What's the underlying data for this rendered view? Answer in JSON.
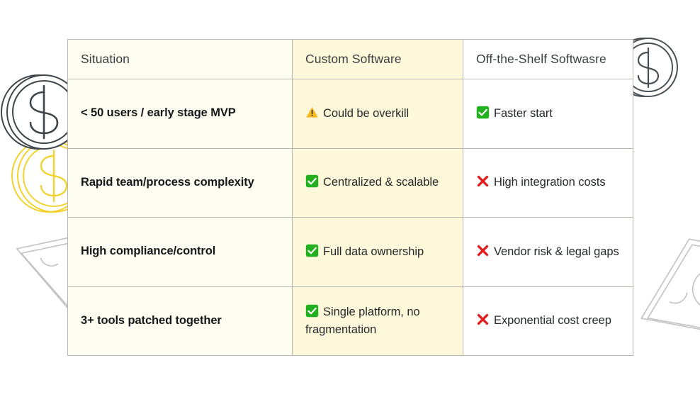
{
  "table": {
    "headers": [
      {
        "label": "Situation",
        "key": "situation"
      },
      {
        "label": "Custom Software",
        "key": "custom"
      },
      {
        "label": "Off-the-Shelf Softwasre",
        "key": "ots"
      }
    ],
    "rows": [
      {
        "situation": "< 50 users / early stage MVP",
        "custom": {
          "icon": "warning-triangle-icon",
          "text": "Could be overkill"
        },
        "ots": {
          "icon": "check-mark-button-icon",
          "text": "Faster start"
        }
      },
      {
        "situation": "Rapid team/process complexity",
        "custom": {
          "icon": "check-mark-button-icon",
          "text": "Centralized & scalable"
        },
        "ots": {
          "icon": "cross-mark-icon",
          "text": "High integration costs"
        }
      },
      {
        "situation": "High compliance/control",
        "custom": {
          "icon": "check-mark-button-icon",
          "text": "Full data ownership"
        },
        "ots": {
          "icon": "cross-mark-icon",
          "text": "Vendor risk & legal gaps"
        }
      },
      {
        "situation": "3+ tools patched together",
        "custom": {
          "icon": "check-mark-button-icon",
          "text": "Single platform, no fragmentation"
        },
        "ots": {
          "icon": "cross-mark-icon",
          "text": "Exponential cost creep"
        }
      }
    ]
  },
  "decor": {
    "coin_left_dark_symbol": "$",
    "coin_left_yellow_symbol": "$",
    "coin_right_symbol": "$",
    "items": [
      "coin-dark-outline",
      "coin-yellow-outline",
      "coin-right-outline",
      "banknote-bottom-left",
      "banknote-bottom-right"
    ]
  },
  "colors": {
    "page_background": "#ffffff",
    "column1_background": "#fdfdf2",
    "column2_background": "#fcf8d9",
    "column3_background": "#ffffff",
    "grid_line": "#b7b7b2",
    "header_text": "#3b4043",
    "body_text": "#26292b",
    "situation_text": "#16181a",
    "coin_dark": "#3f464b",
    "coin_yellow": "#f2d330",
    "banknote_outline": "#bdbdbd",
    "check_green": "#22b01e",
    "warning_amber": "#f5b91e",
    "cross_red": "#e21b1b"
  }
}
